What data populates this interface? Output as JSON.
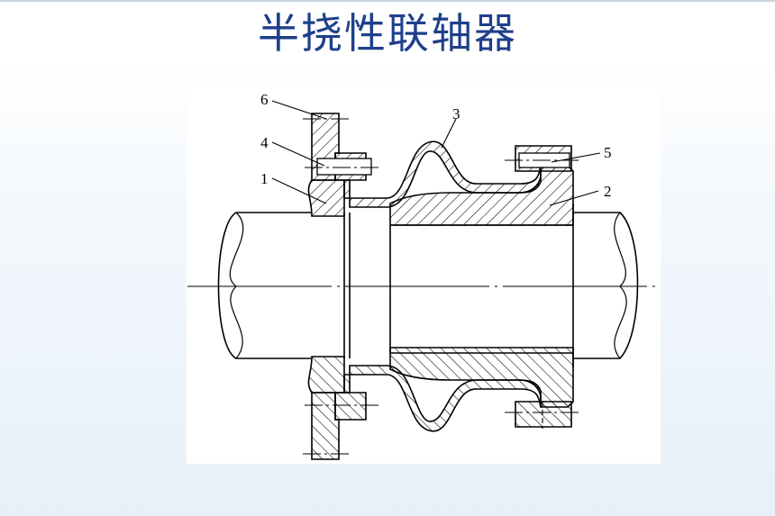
{
  "title": "半挠性联轴器",
  "labels": {
    "l1": "1",
    "l2": "2",
    "l3": "3",
    "l4": "4",
    "l5": "5",
    "l6": "6"
  }
}
